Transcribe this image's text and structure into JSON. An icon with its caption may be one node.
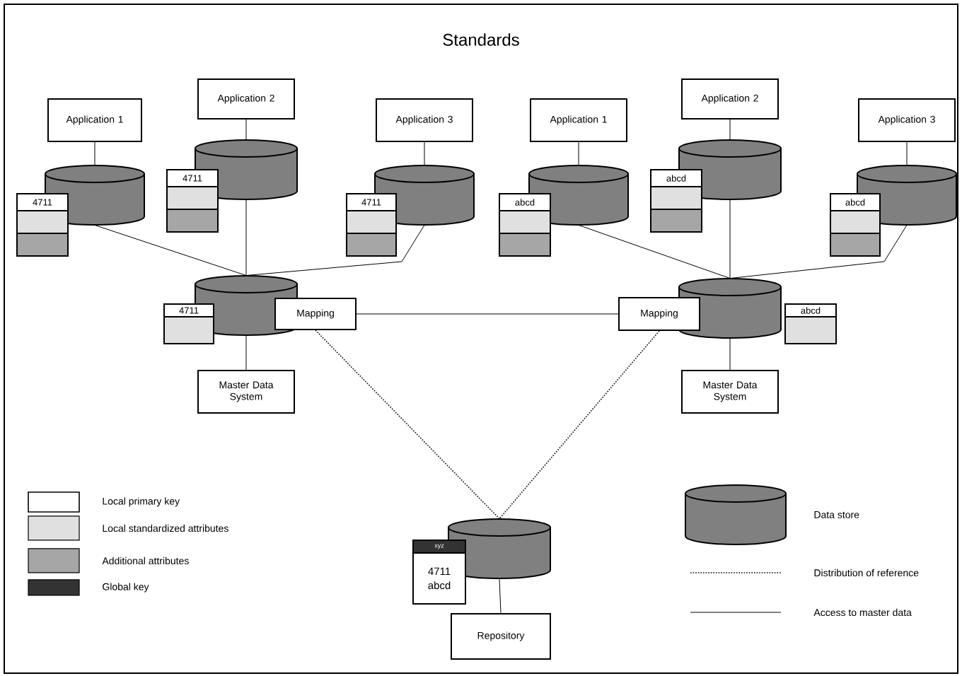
{
  "diagram": {
    "title": "Standards",
    "nodes": [
      {
        "text": [
          "Application 1"
        ]
      },
      {
        "text": [
          "Application 2"
        ]
      },
      {
        "text": [
          "Application 3"
        ]
      },
      {
        "text": [
          "Application 1"
        ]
      },
      {
        "text": [
          "Application 2"
        ]
      },
      {
        "text": [
          "Application 3"
        ]
      },
      {
        "text": [],
        "shape": "cylinder"
      },
      {
        "text": [],
        "shape": "cylinder"
      },
      {
        "text": [],
        "shape": "cylinder"
      },
      {
        "text": [],
        "shape": "cylinder"
      },
      {
        "text": [],
        "shape": "cylinder"
      },
      {
        "text": [],
        "shape": "cylinder"
      },
      {
        "text": [],
        "shape": "cylinder"
      },
      {
        "text": [],
        "shape": "cylinder"
      },
      {
        "text": [
          "Mapping"
        ]
      },
      {
        "text": [
          "Mapping"
        ]
      },
      {
        "text": [
          "Master Data System"
        ]
      },
      {
        "text": [
          "Master Data System"
        ]
      },
      {
        "text": [],
        "shape": "cylinder"
      },
      {
        "text": [
          "Repository"
        ]
      },
      {
        "text": [
          "4711"
        ]
      },
      {
        "text": [
          "4711"
        ]
      },
      {
        "text": [
          "4711"
        ]
      },
      {
        "text": [
          "abcd"
        ]
      },
      {
        "text": [
          "abcd"
        ]
      },
      {
        "text": [
          "abcd"
        ]
      },
      {
        "text": [
          "4711"
        ]
      },
      {
        "text": [
          "abcd"
        ]
      },
      {
        "text": [
          "xyz",
          "4711 abcd"
        ]
      }
    ],
    "edges": [
      {
        "from": 0,
        "to": 6,
        "arrow": "none"
      },
      {
        "from": 1,
        "to": 7,
        "arrow": "none"
      },
      {
        "from": 2,
        "to": 8,
        "arrow": "none"
      },
      {
        "from": 3,
        "to": 9,
        "arrow": "none"
      },
      {
        "from": 4,
        "to": 10,
        "arrow": "none"
      },
      {
        "from": 5,
        "to": 11,
        "arrow": "none"
      },
      {
        "from": 6,
        "to": 12,
        "arrow": "none"
      },
      {
        "from": 7,
        "to": 12,
        "arrow": "none"
      },
      {
        "from": 8,
        "to": 12,
        "arrow": "none"
      },
      {
        "from": 9,
        "to": 13,
        "arrow": "none"
      },
      {
        "from": 10,
        "to": 13,
        "arrow": "none"
      },
      {
        "from": 11,
        "to": 13,
        "arrow": "none"
      },
      {
        "from": 12,
        "to": 16,
        "arrow": "none"
      },
      {
        "from": 13,
        "to": 17,
        "arrow": "none"
      },
      {
        "from": 14,
        "to": 15,
        "arrow": "none"
      },
      {
        "from": 14,
        "to": 18,
        "arrow": "none",
        "style": "dashed"
      },
      {
        "from": 15,
        "to": 18,
        "arrow": "none",
        "style": "dashed"
      },
      {
        "from": 18,
        "to": 19,
        "arrow": "none"
      }
    ],
    "legend": [
      {
        "text": "Local primary key"
      },
      {
        "text": "Local standardized attributes",
        "color": "#e0e0e0"
      },
      {
        "text": "Additional attributes",
        "color": "#a6a6a6"
      },
      {
        "text": "Global key",
        "color": "#333333"
      },
      {
        "text": "Data store"
      },
      {
        "text": "Distribution of reference"
      },
      {
        "text": "Access to master data"
      }
    ]
  }
}
